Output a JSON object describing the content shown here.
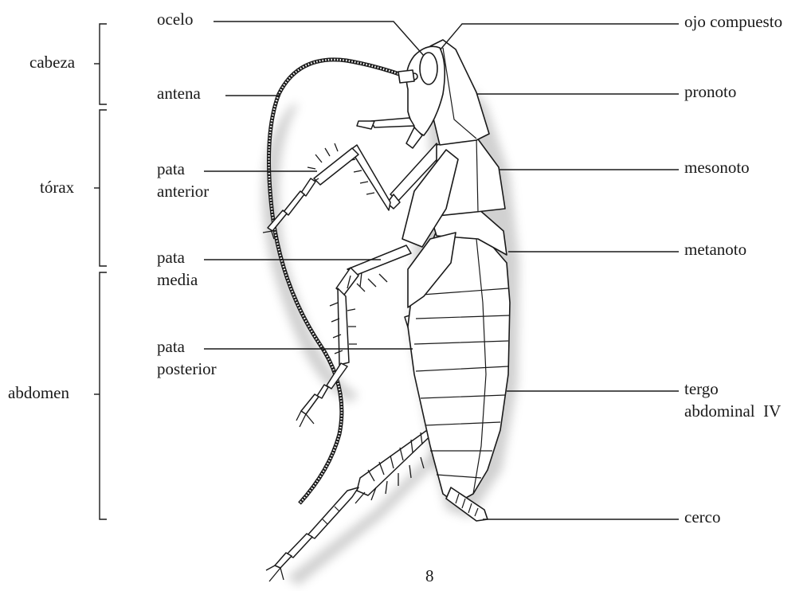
{
  "regions": {
    "head": "cabeza",
    "thorax": "tórax",
    "abdomen": "abdomen"
  },
  "labels_left": {
    "ocellus": "ocelo",
    "antenna": "antena",
    "front_leg_1": "pata",
    "front_leg_2": "anterior",
    "middle_leg_1": "pata",
    "middle_leg_2": "media",
    "hind_leg_1": "pata",
    "hind_leg_2": "posterior"
  },
  "labels_right": {
    "compound_eye": "ojo compuesto",
    "pronotum": "pronoto",
    "mesonotum": "mesonoto",
    "metanotum": "metanoto",
    "tergite_1": "tergo",
    "tergite_2": "abdominal  IV",
    "cercus": "cerco"
  },
  "page_number": "8",
  "colors": {
    "ink": "#1a1a1a",
    "background": "#ffffff"
  }
}
